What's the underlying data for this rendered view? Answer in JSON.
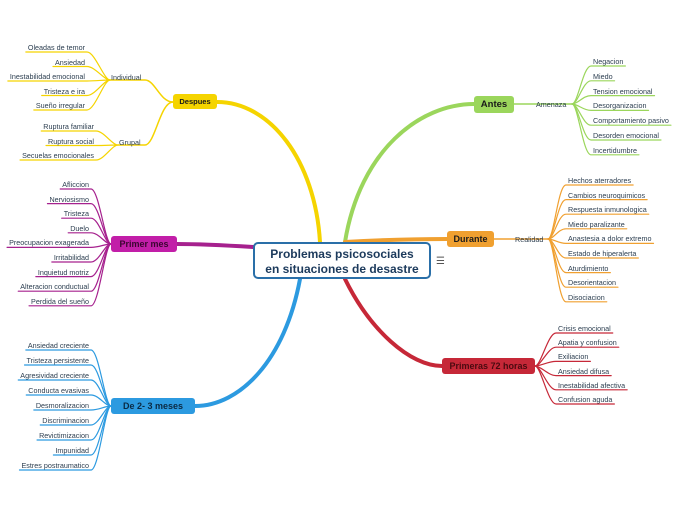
{
  "central": {
    "line1": "Problemas psicosociales",
    "line2": "en situaciones de desastre"
  },
  "colors": {
    "antes": "#9bd65c",
    "durante": "#f0a030",
    "primeras": "#c62838",
    "dos_tres": "#2c9ae0",
    "primer_mes": "#a6218e",
    "despues": "#f5d400"
  },
  "antes": {
    "label": "Antes",
    "sub": "Amenaza",
    "items": [
      "Negacion",
      "Miedo",
      "Tension emocional",
      "Desorganizacion",
      "Comportamiento pasivo",
      "Desorden emocional",
      "Incertidumbre"
    ]
  },
  "durante": {
    "label": "Durante",
    "sub": "Realidad",
    "items": [
      "Hechos aterradores",
      "Cambios neuroquimicos",
      "Respuesta inmunologica",
      "Miedo paralizante",
      "Anastesia a dolor extremo",
      "Estado de hiperalerta",
      "Aturdimiento",
      "Desorientacion",
      "Disociacion"
    ]
  },
  "primeras": {
    "label": "Primeras 72 horas",
    "items": [
      "Crisis emocional",
      "Apatia y confusion",
      "Exiliacion",
      "Ansiedad difusa",
      "Inestabilidad afectiva",
      "Confusion aguda"
    ]
  },
  "dos_tres": {
    "label": "De 2- 3 meses",
    "items": [
      "Ansiedad creciente",
      "Tristeza persistente",
      "Agresividad creciente",
      "Conducta evasivas",
      "Desmoralizacion",
      "Discriminacion",
      "Revictimizacion",
      "Impunidad",
      "Estres postraumatico"
    ]
  },
  "primer_mes": {
    "label": "Primer mes",
    "items": [
      "Afliccion",
      "Nerviosismo",
      "Tristeza",
      "Duelo",
      "Preocupacion exagerada",
      "Irritabilidad",
      "Inquietud motriz",
      "Alteracion conductual",
      "Perdida del sueño"
    ]
  },
  "despues": {
    "label": "Despues",
    "individual": {
      "label": "Individual",
      "items": [
        "Oleadas de temor",
        "Ansiedad",
        "Inestabilidad emocional",
        "Tristeza e ira",
        "Sueño irregular"
      ]
    },
    "grupal": {
      "label": "Grupal",
      "items": [
        "Ruptura familiar",
        "Ruptura social",
        "Secuelas emocionales"
      ]
    }
  }
}
